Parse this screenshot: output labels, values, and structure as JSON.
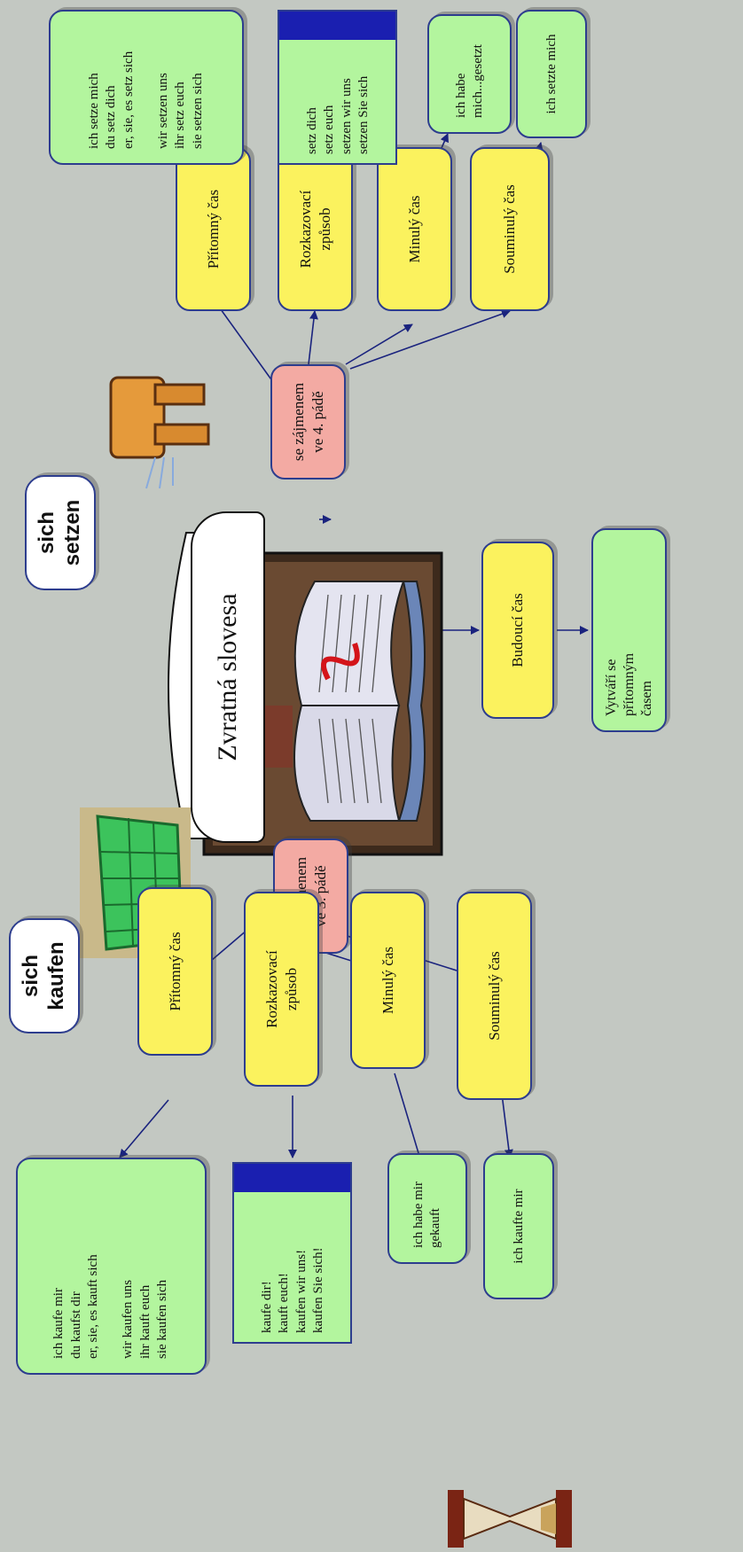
{
  "center": {
    "title": "Zvratná slovesa"
  },
  "labels": {
    "sich_setzen": "sich\nsetzen",
    "sich_kaufen": "sich\nkaufen"
  },
  "future": {
    "label": "Budoucí čas",
    "note": "Vytváří se\npřítomným\nčasem"
  },
  "accusative": {
    "label": "se zájmenem\nve 4. pádě",
    "present": {
      "label": "Přítomný čas",
      "value": "ich setze mich\ndu setz dich\ner, sie, es setz sich\n\nwir setzen uns\nihr setz euch\nsie setzen sich"
    },
    "imperative": {
      "label": "Rozkazovací\nzpůsob",
      "value": "setz dich\nsetz euch\nsetzen wir uns\nsetzen Sie sich"
    },
    "perfect": {
      "label": "Minulý čas",
      "value": "ich habe\nmich...gesetzt"
    },
    "preterite": {
      "label": "Souminulý čas",
      "value": "ich setzte mich"
    }
  },
  "dative": {
    "label": "se zájmenem\nve 3. pádě",
    "present": {
      "label": "Přítomný čas",
      "value": "ich kaufe mir\ndu kaufst dir\ner, sie, es kauft sich\n\nwir kaufen uns\nihr kauft euch\nsie kaufen sich"
    },
    "imperative": {
      "label": "Rozkazovací\nzpůsob",
      "value": "kaufe dir!\nkauft euch!\nkaufen wir uns!\nkaufen Sie sich!"
    },
    "perfect": {
      "label": "Minulý čas",
      "value": "ich habe mir\ngekauft"
    },
    "preterite": {
      "label": "Souminulý čas",
      "value": "ich kaufte mir"
    }
  },
  "colors": {
    "yellow": "#fbf25e",
    "pink": "#f3aaa3",
    "green": "#b3f59e",
    "line": "#1a237e",
    "background": "#c3c8c2"
  }
}
